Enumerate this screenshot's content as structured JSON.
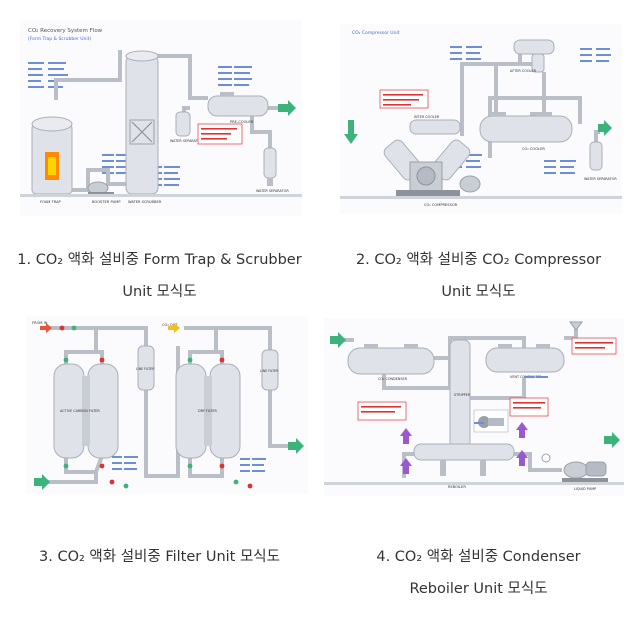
{
  "panels": [
    {
      "title": "CO₂ Recovery System Flow",
      "subtitle": "(Form Trap & Scrubber Unit)",
      "labels": {
        "foam_trap": "FOAM TRAP",
        "booster_pump": "BOOSTER PUMP",
        "water_scrubber": "WATER SCRUBBER",
        "water_separator": "WATER SEPARATOR",
        "pre_cooler": "PRE-COOLER",
        "water_separator_2": "WATER SEPARATOR"
      },
      "caption_line1": "1. CO₂ 액화 설비중 Form Trap & Scrubber",
      "caption_line2": "Unit 모식도"
    },
    {
      "title": "CO₂ Compressor Unit",
      "labels": {
        "after_cooler": "AFTER COOLER",
        "inter_cooler": "INTER COOLER",
        "co2_cooler": "CO₂ COOLER",
        "water_separator": "WATER SEPARATOR",
        "co2_compressor": "CO₂ COMPRESSOR"
      },
      "caption_line1": "2. CO₂ 액화 설비중 CO₂ Compressor",
      "caption_line2": "Unit 모식도"
    },
    {
      "labels": {
        "from_in": "FROM IN",
        "co2_out": "CO₂ OUT",
        "active_carbon_filter": "ACTIVE CARBON FILTER",
        "line_filter": "LINE FILTER",
        "dry_filter": "DRY FILTER",
        "line_filter_2": "LINE FILTER"
      },
      "caption_line1": "3. CO₂ 액화 설비중 Filter Unit 모식도"
    },
    {
      "labels": {
        "co2_condenser": "CO₂ CONDENSER",
        "vent_condenser": "VENT CONDENSER",
        "stripper": "STRIPPER",
        "reboiler": "REBOILER",
        "liquid_pump": "LIQUID PUMP"
      },
      "caption_line1": "4. CO₂ 액화 설비중 Condenser",
      "caption_line2": "Reboiler Unit 모식도"
    }
  ],
  "colors": {
    "vessel": "#dfe2e8",
    "vessel_dark": "#a9afb9",
    "pipe": "#b9bec7",
    "flow_arrow": "#3cb37a",
    "text_blue": "#3d6fd0",
    "red_note": "#e03131",
    "heater": "#ff8a00"
  }
}
